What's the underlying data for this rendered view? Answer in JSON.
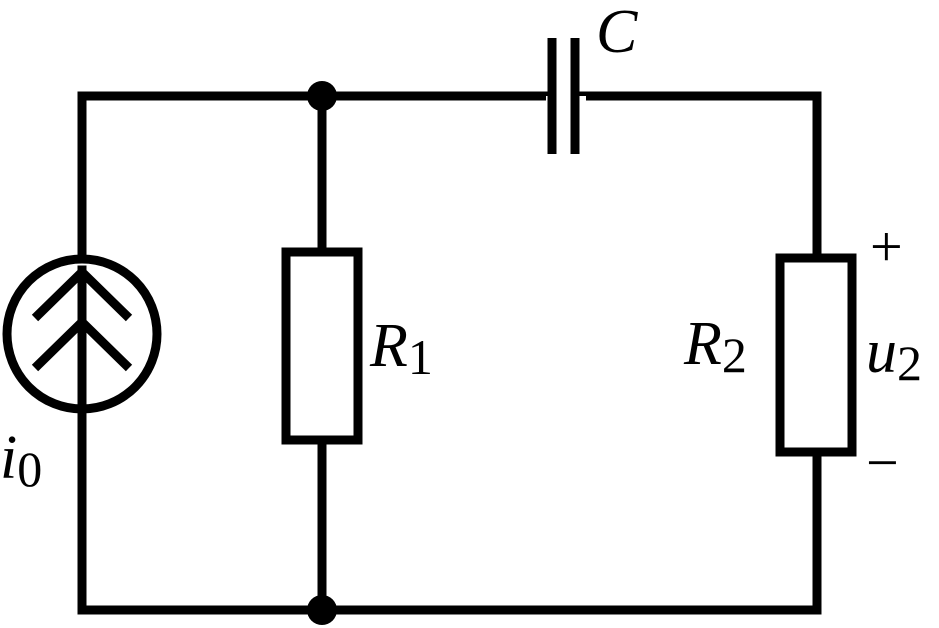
{
  "components": {
    "current_source": {
      "symbol": "i",
      "subscript": "0"
    },
    "capacitor": {
      "symbol": "C"
    },
    "resistor_1": {
      "symbol": "R",
      "subscript": "1"
    },
    "resistor_2": {
      "symbol": "R",
      "subscript": "2"
    },
    "voltage_output": {
      "symbol": "u",
      "subscript": "2",
      "plus": "+",
      "minus": "−"
    }
  },
  "colors": {
    "ink": "#000000",
    "background": "#ffffff"
  }
}
